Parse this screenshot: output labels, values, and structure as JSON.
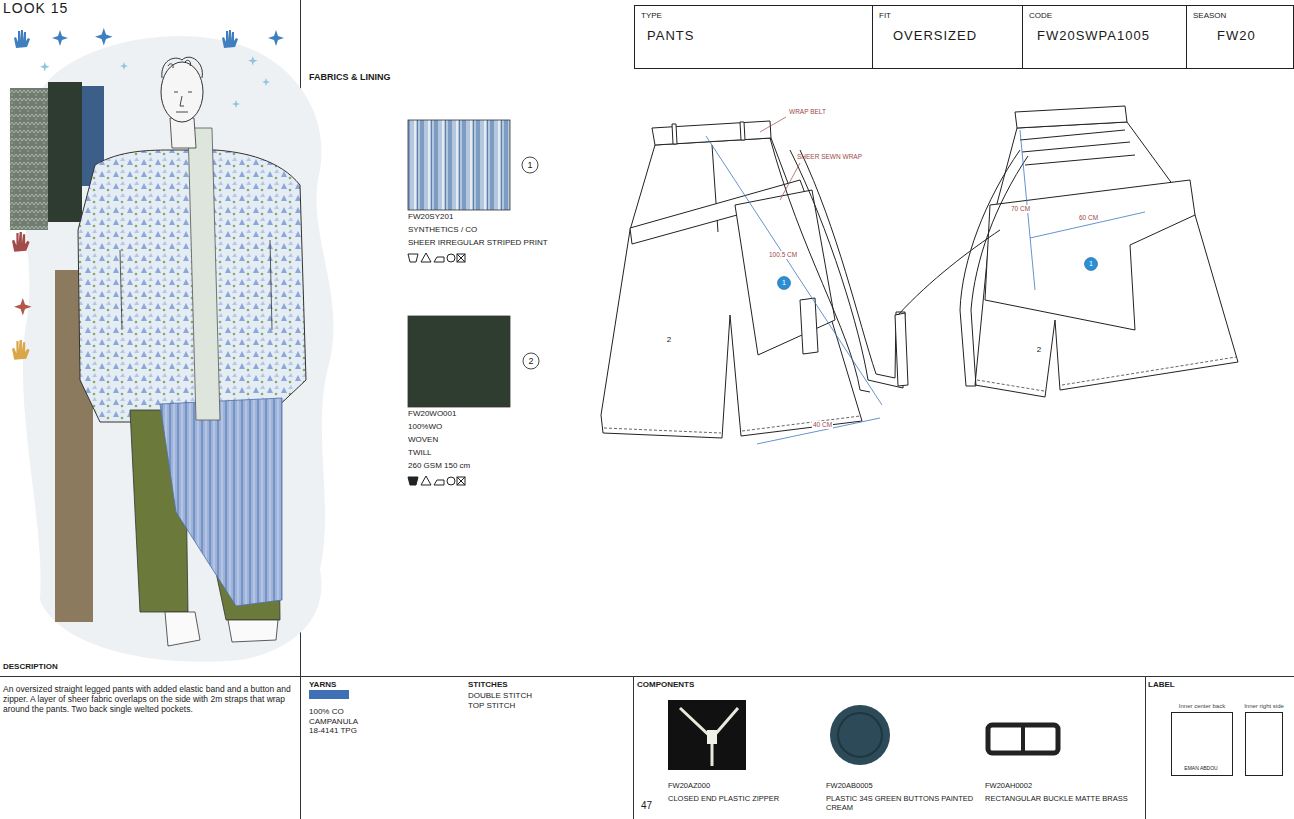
{
  "diagram": {
    "title": "LOOK 15",
    "nodes": [
      {
        "text": [
          "TYPE",
          "PANTS"
        ]
      },
      {
        "text": [
          "FIT",
          "OVERSIZED"
        ]
      },
      {
        "text": [
          "CODE",
          "FW20SWPA1005"
        ]
      },
      {
        "text": [
          "SEASON",
          "FW20"
        ]
      },
      {
        "text": [
          "DESCRIPTION",
          "An oversized straight legged pants with added elastic band and a button and zipper. A layer of sheer fabric overlaps on the side with 2m straps that wrap around the pants. Two back single welted pockets."
        ]
      },
      {
        "text": [
          "YARNS",
          "100% CO CAMPANULA 18-4141 TPG",
          "STITCHES",
          "DOUBLE STITCH TOP STITCH"
        ]
      },
      {
        "text": [
          "COMPONENTS"
        ]
      },
      {
        "text": [
          "LABEL"
        ]
      },
      {
        "text": [
          "Inner center back",
          "EMAN ABDOU"
        ],
        "in": 7
      },
      {
        "text": [
          "Inner right side"
        ],
        "in": 7
      }
    ],
    "labels": [
      "FABRICS & LINING",
      "FW20SY201",
      "SYNTHETICS / CO",
      "SHEER IRREGULAR STRIPED PRINT",
      "1",
      "FW20WO001",
      "100%WO",
      "WOVEN",
      "TWILL",
      "260 GSM 150 cm",
      "2",
      "WRAP BELT",
      "SHEER SEWN WRAP",
      "100.5 CM",
      "40 CM",
      "2",
      "1",
      "70 CM",
      "60 CM",
      "1",
      "2",
      "FW20AZ000",
      "CLOSED END PLASTIC ZIPPER",
      "FW20AB0005",
      "PLASTIC 34S GREEN BUTTONS PAINTED CREAM",
      "FW20AH0002",
      "RECTANGULAR BUCKLE MATTE BRASS",
      "47"
    ]
  }
}
